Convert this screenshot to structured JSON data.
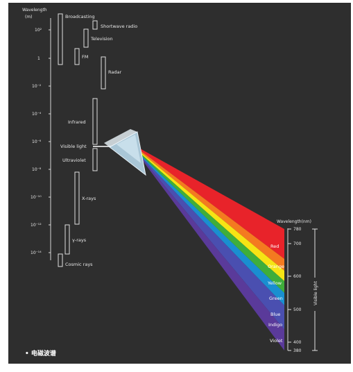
{
  "axis": {
    "title": "Wavelength",
    "unit": "(m)",
    "ticks": [
      "10²",
      "1",
      "10⁻²",
      "10⁻⁴",
      "10⁻⁶",
      "10⁻⁸",
      "10⁻¹⁰",
      "10⁻¹²",
      "10⁻¹⁴"
    ]
  },
  "regions": {
    "broadcasting": "Broadcasting",
    "shortwave": "Shortwave radio",
    "television": "Television",
    "fm": "FM",
    "radar": "Radar",
    "infrared": "Infrared",
    "visible": "Visible light",
    "ultraviolet": "Ultraviolet",
    "xrays": "X-rays",
    "gamma": "γ-rays",
    "cosmic": "Cosmic rays"
  },
  "spectrum": {
    "title": "Wavelength(nm)",
    "scale": [
      "780",
      "700",
      "600",
      "500",
      "400",
      "380"
    ],
    "visible_label": "Visible light",
    "colors": [
      {
        "name": "Red",
        "hex": "#e8232a"
      },
      {
        "name": "Orange",
        "hex": "#f47a20"
      },
      {
        "name": "Yellow",
        "hex": "#f6e414"
      },
      {
        "name": "Green",
        "hex": "#3fae3b"
      },
      {
        "name": "Blue",
        "hex": "#1a8fd0"
      },
      {
        "name": "Indigo",
        "hex": "#4a4fb0"
      },
      {
        "name": "Violet",
        "hex": "#5a3a9a"
      }
    ]
  },
  "caption": "• 电磁波谱",
  "background": "#2e2e2e"
}
